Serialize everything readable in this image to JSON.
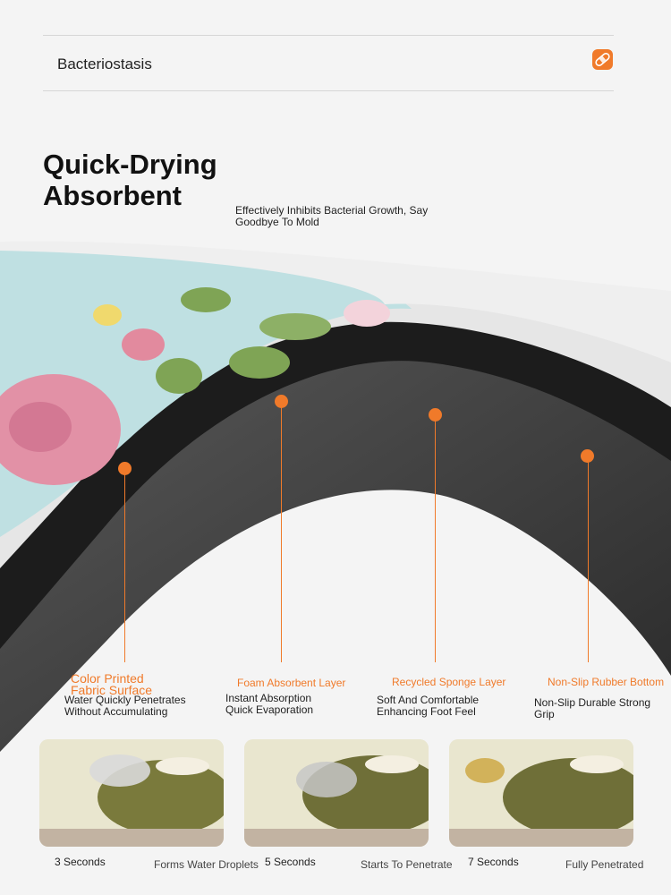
{
  "topbar": {
    "label": "Bacteriostasis",
    "icon": "bandage-icon",
    "accent_color": "#f07a2a"
  },
  "headline": "Quick-Drying\nAbsorbent",
  "subheadline": "Effectively Inhibits Bacterial Growth, Say Goodbye To Mold",
  "layers": [
    {
      "title": "Color Printed Fabric Surface",
      "desc": "Water Quickly Penetrates\nWithout Accumulating"
    },
    {
      "title": "Foam Absorbent Layer",
      "desc": "Instant Absorption\nQuick Evaporation"
    },
    {
      "title": "Recycled Sponge Layer",
      "desc": "Soft And Comfortable\nEnhancing Foot Feel"
    },
    {
      "title": "Non-Slip Rubber Bottom",
      "desc": "Non-Slip Durable Strong Grip"
    }
  ],
  "stages": [
    {
      "time": "3 Seconds",
      "desc": "Forms Water Droplets"
    },
    {
      "time": "5 Seconds",
      "desc": "Starts To Penetrate"
    },
    {
      "time": "7 Seconds",
      "desc": "Fully Penetrated"
    }
  ]
}
